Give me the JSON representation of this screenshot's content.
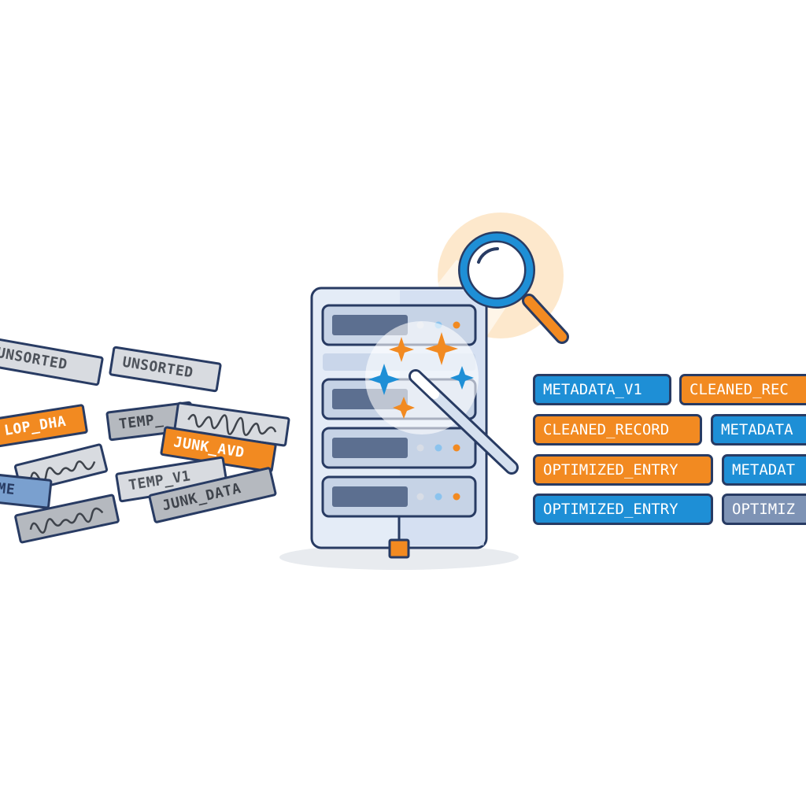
{
  "colors": {
    "navy_outline": "#283b63",
    "orange": "#f28a21",
    "blue": "#1e8fd6",
    "slate": "#7e93b5",
    "grey_tag": "#d8dbe0",
    "server_body": "#e4ecf7",
    "server_bay": "#5c6f90"
  },
  "messy_tags": [
    {
      "id": "m1",
      "label": "UNSORTED",
      "style": "grey"
    },
    {
      "id": "m2",
      "label": "UNSORTED",
      "style": "grey"
    },
    {
      "id": "m3",
      "label": "LOP_DHA",
      "style": "orange"
    },
    {
      "id": "m4",
      "label": "TEMP_",
      "style": "greydark"
    },
    {
      "id": "m5",
      "label": "",
      "style": "grey",
      "scribble": true
    },
    {
      "id": "m6",
      "label": "JUNK_AVD",
      "style": "orange"
    },
    {
      "id": "m7",
      "label": "",
      "style": "grey",
      "scribble": true
    },
    {
      "id": "m8",
      "label": "IME",
      "style": "blue"
    },
    {
      "id": "m9",
      "label": "TEMP_V1",
      "style": "grey"
    },
    {
      "id": "m10",
      "label": "JUNK_DATA",
      "style": "greydark"
    },
    {
      "id": "m11",
      "label": "",
      "style": "greydark",
      "scribble": true
    }
  ],
  "server": {
    "icons": [
      "sparkles-icon",
      "magic-wand-icon",
      "magnifier-icon"
    ]
  },
  "clean_tags": [
    {
      "id": "c1",
      "label": "METADATA_V1",
      "style": "blue"
    },
    {
      "id": "c2",
      "label": "CLEANED_REC",
      "style": "orange"
    },
    {
      "id": "c3",
      "label": "CLEANED_RECORD",
      "style": "orange"
    },
    {
      "id": "c4",
      "label": "METADATA",
      "style": "blue"
    },
    {
      "id": "c5",
      "label": "OPTIMIZED_ENTRY",
      "style": "orange"
    },
    {
      "id": "c6",
      "label": "METADAT",
      "style": "blue"
    },
    {
      "id": "c7",
      "label": "OPTIMIZED_ENTRY",
      "style": "blue"
    },
    {
      "id": "c8",
      "label": "OPTIMIZ",
      "style": "slate"
    }
  ]
}
